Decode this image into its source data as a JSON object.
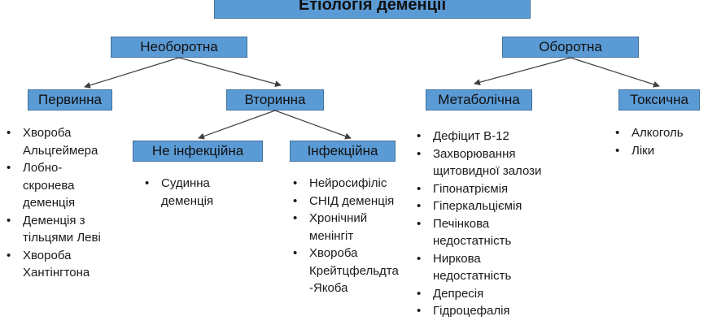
{
  "title": "Етіологія деменції",
  "nodes": {
    "irreversible": "Необоротна",
    "reversible": "Оборотна",
    "primary": "Первинна",
    "secondary": "Вторинна",
    "metabolic": "Метаболічна",
    "toxic": "Токсична",
    "noninfectious": "Не інфекційна",
    "infectious": "Інфекційна"
  },
  "lists": {
    "primary": [
      [
        "Хвороба",
        "Альцгеймера"
      ],
      [
        "Лобно-",
        "скронева",
        "деменція"
      ],
      [
        "Деменція з",
        "тільцями Леві"
      ],
      [
        "Хвороба",
        "Хантінгтона"
      ]
    ],
    "noninfectious": [
      [
        "Судинна",
        "деменція"
      ]
    ],
    "infectious": [
      [
        "Нейросифіліс"
      ],
      [
        "СНІД деменція"
      ],
      [
        "Хронічний",
        "менінгіт"
      ],
      [
        "Хвороба",
        "Крейтцфельдта",
        "-Якоба"
      ]
    ],
    "metabolic": [
      [
        "Дефіцит В-12"
      ],
      [
        "Захворювання",
        "щитовидної залози"
      ],
      [
        "Гіпонатріємія"
      ],
      [
        "Гіперкальціємія"
      ],
      [
        "Печінкова",
        "недостатність"
      ],
      [
        "Ниркова",
        "недостатність"
      ],
      [
        "Депресія"
      ],
      [
        "Гідроцефалія"
      ]
    ],
    "toxic": [
      [
        "Алкоголь"
      ],
      [
        "Ліки"
      ]
    ]
  },
  "colors": {
    "box_fill": "#5b9bd5",
    "box_border": "#41719c",
    "arrow": "#404040"
  }
}
